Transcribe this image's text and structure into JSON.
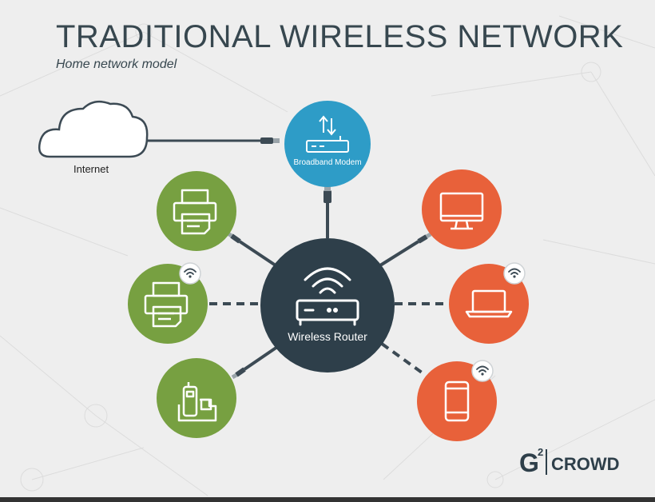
{
  "header": {
    "title": "TRADITIONAL WIRELESS NETWORK",
    "subtitle": "Home network model"
  },
  "nodes": {
    "internet_label": "Internet",
    "modem_label": "Broadband Modem",
    "router_label": "Wireless Router"
  },
  "brand": {
    "logo_text": "CROWD",
    "logo_mark": "G",
    "logo_sup": "2"
  },
  "colors": {
    "green": "#77a041",
    "orange": "#e8613a",
    "blue": "#2e9cc7",
    "dark": "#2e3f4a",
    "cable": "#3c4a54",
    "background": "#eeeeee"
  }
}
